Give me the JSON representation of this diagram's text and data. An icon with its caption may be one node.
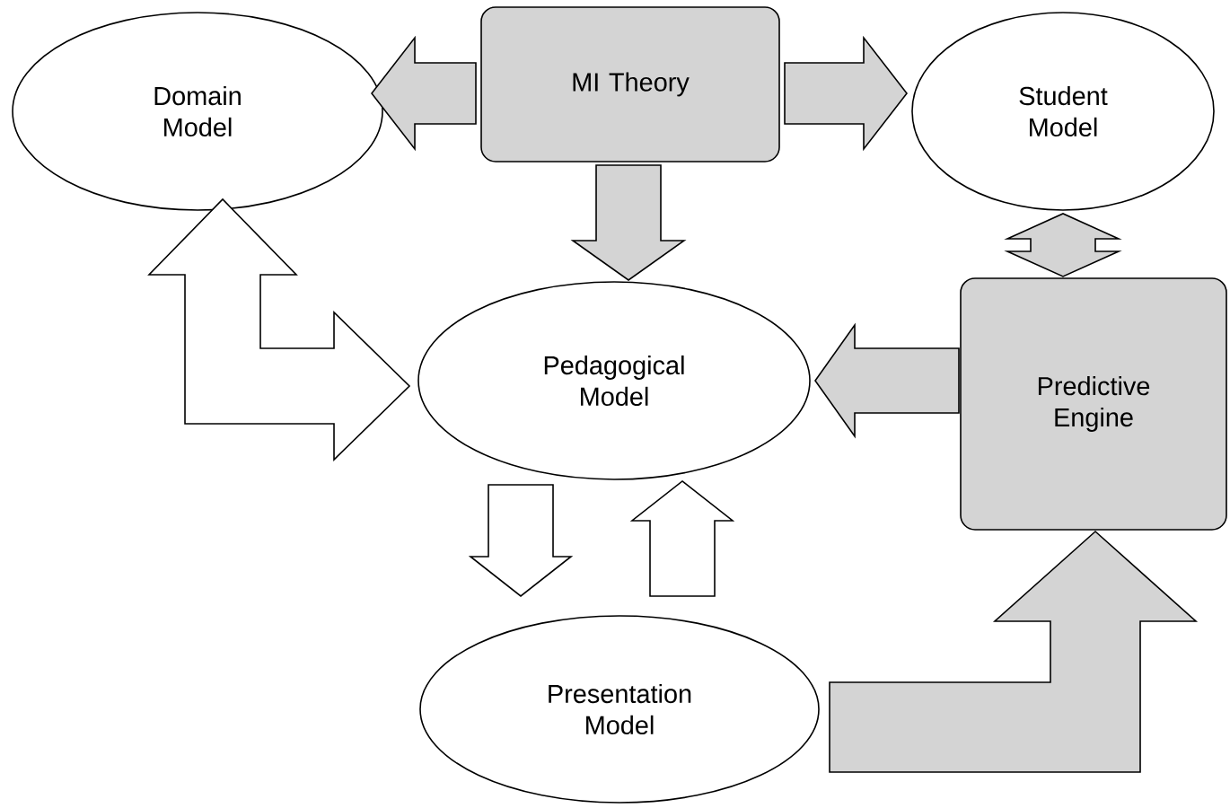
{
  "diagram": {
    "nodes": [
      {
        "text": [
          "Domain Model"
        ]
      },
      {
        "text": [
          "MI Theory"
        ]
      },
      {
        "text": [
          "Student Model"
        ]
      },
      {
        "text": [
          "Pedagogical Model"
        ]
      },
      {
        "text": [
          "Predictive Engine"
        ]
      },
      {
        "text": [
          "Presentation Model"
        ]
      }
    ],
    "edges": [
      {
        "from": 1,
        "to": 0,
        "arrow": "to"
      },
      {
        "from": 1,
        "to": 2,
        "arrow": "to"
      },
      {
        "from": 1,
        "to": 3,
        "arrow": "to"
      },
      {
        "from": 2,
        "to": 4,
        "arrow": "both"
      },
      {
        "from": 4,
        "to": 3,
        "arrow": "to"
      },
      {
        "from": 0,
        "to": 3,
        "arrow": "both",
        "color": "#ffffff"
      },
      {
        "from": 3,
        "to": 5,
        "arrow": "to",
        "color": "#ffffff"
      },
      {
        "from": 5,
        "to": 3,
        "arrow": "to",
        "color": "#ffffff"
      },
      {
        "from": 5,
        "to": 4,
        "arrow": "to"
      }
    ]
  }
}
